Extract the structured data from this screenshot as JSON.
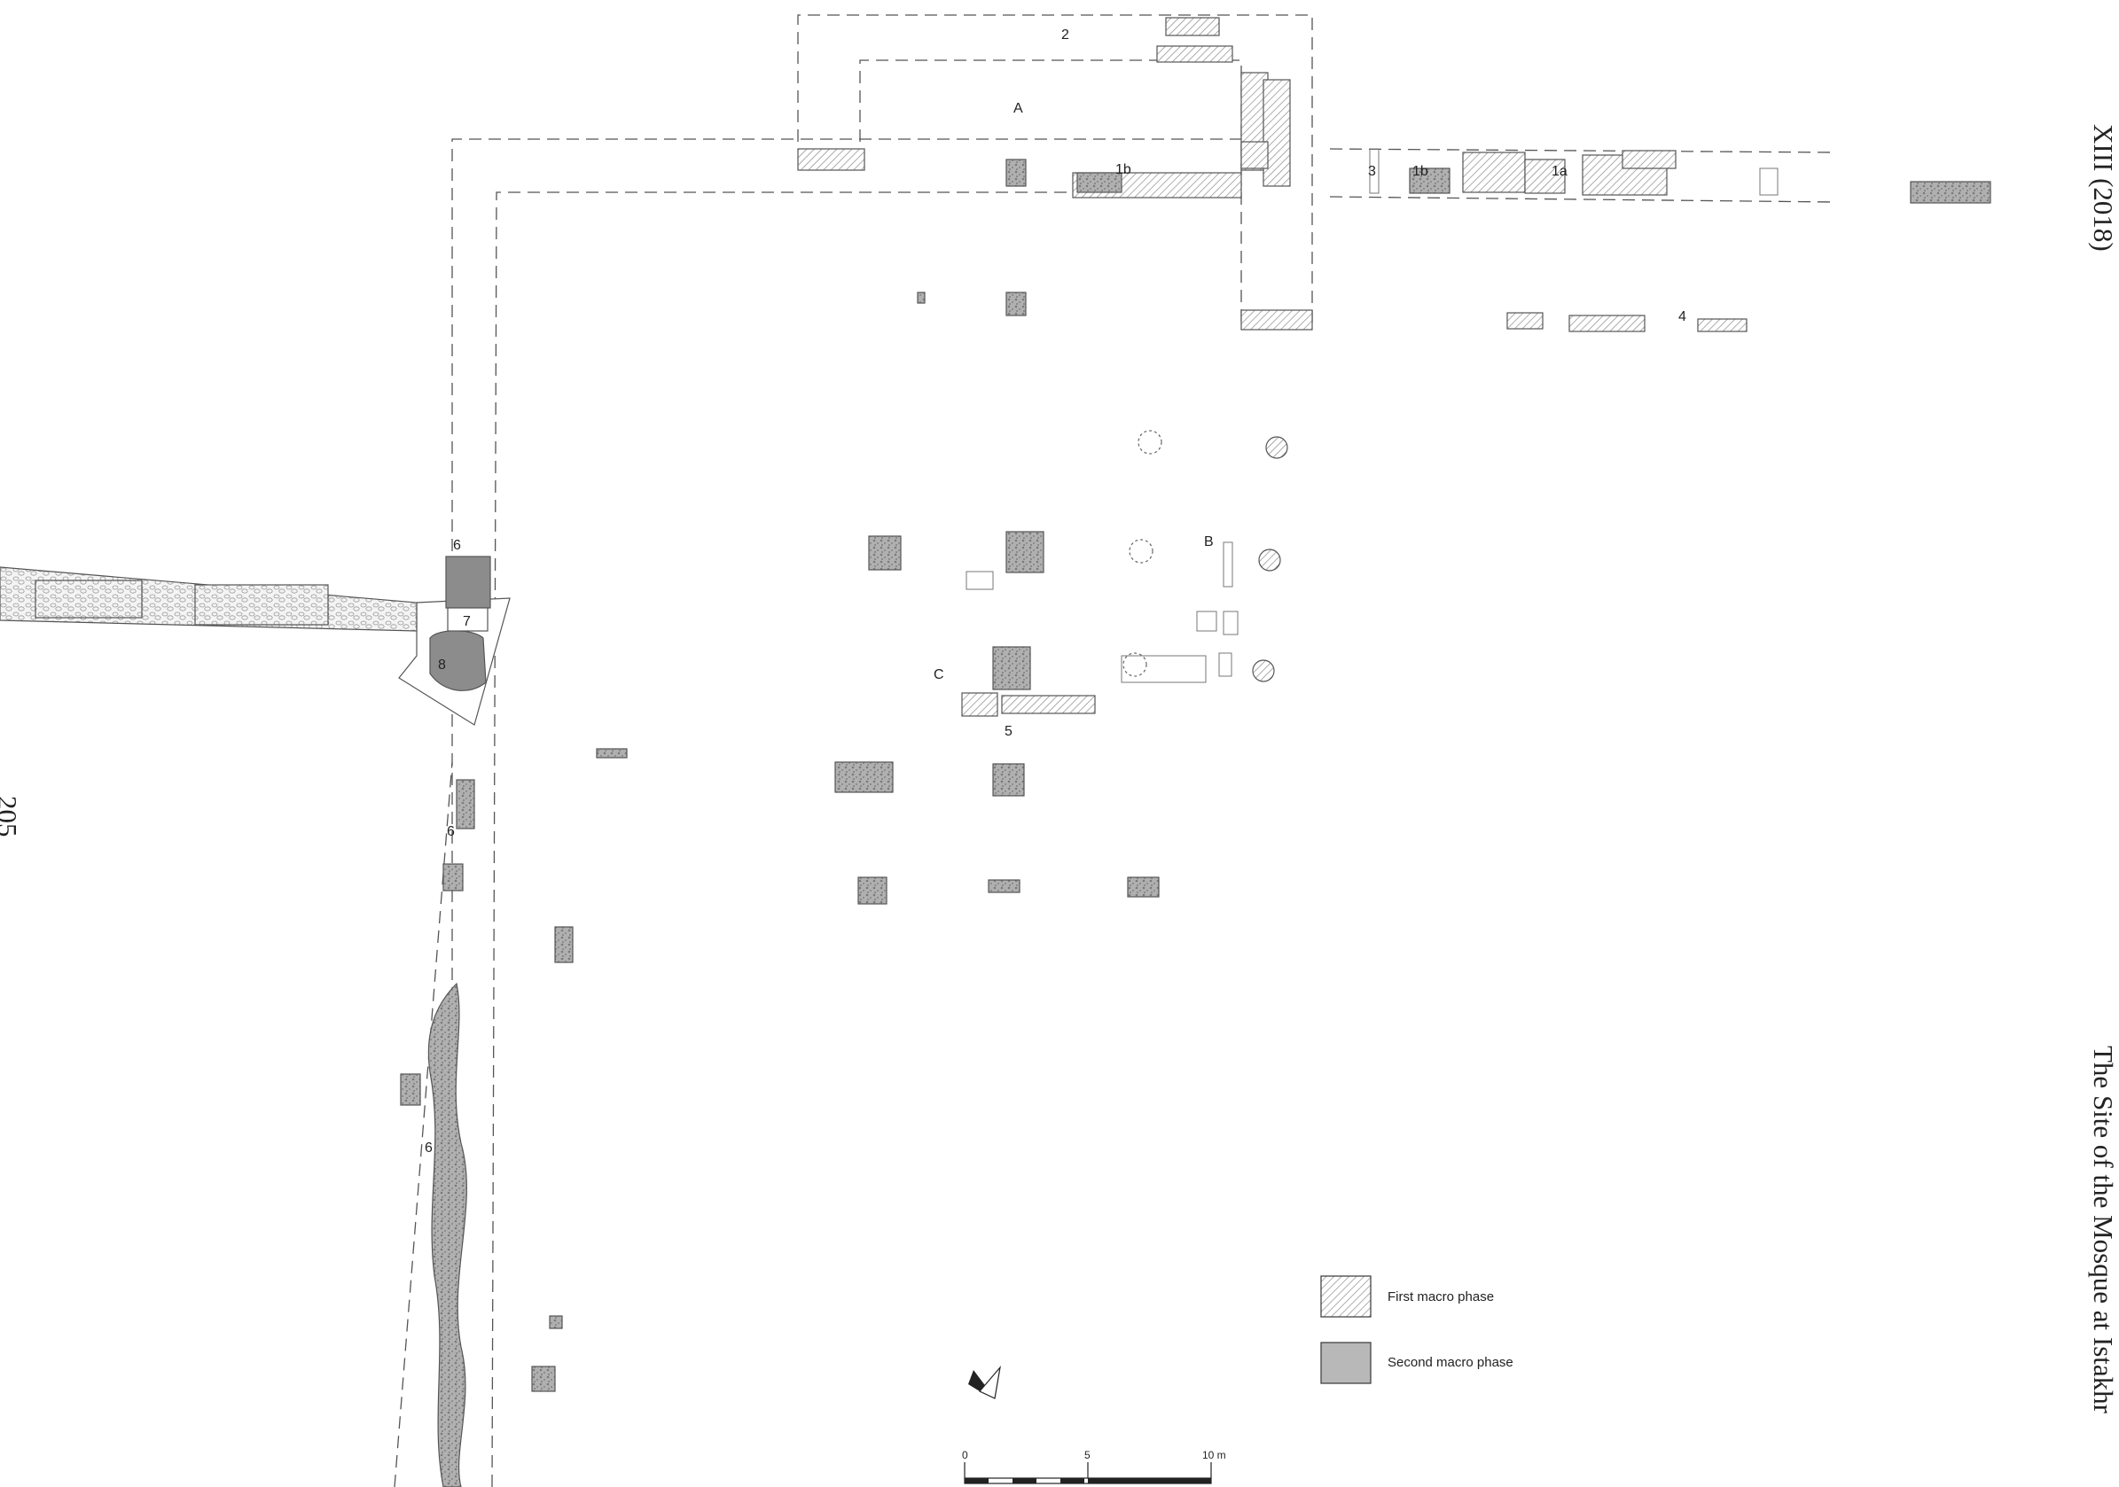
{
  "page": {
    "running_header": "The Site of the Mosque at Istakhr",
    "volume": "XIII (2018)",
    "page_number": "205"
  },
  "labels": {
    "area_a": "A",
    "area_b": "B",
    "area_c": "C",
    "n1a": "1a",
    "n1b": "1b",
    "n2": "2",
    "n3": "3",
    "n4": "4",
    "n5": "5",
    "n6": "6",
    "n7": "7",
    "n8": "8"
  },
  "legend": {
    "items": [
      {
        "label": "First macro phase",
        "pattern": "hatched",
        "color": "#ffffff"
      },
      {
        "label": "Second macro phase",
        "pattern": "solid",
        "color": "#b8b8b8"
      }
    ]
  },
  "scale_bar": {
    "ticks": [
      "0",
      "5",
      "10 m"
    ]
  },
  "north_arrow": {
    "icon": "north-arrow-icon"
  },
  "colors": {
    "line": "#555555",
    "hatch": "#8a8a8a",
    "fill_second_phase": "#b8b8b8",
    "fill_dark": "#8c8c8c"
  }
}
